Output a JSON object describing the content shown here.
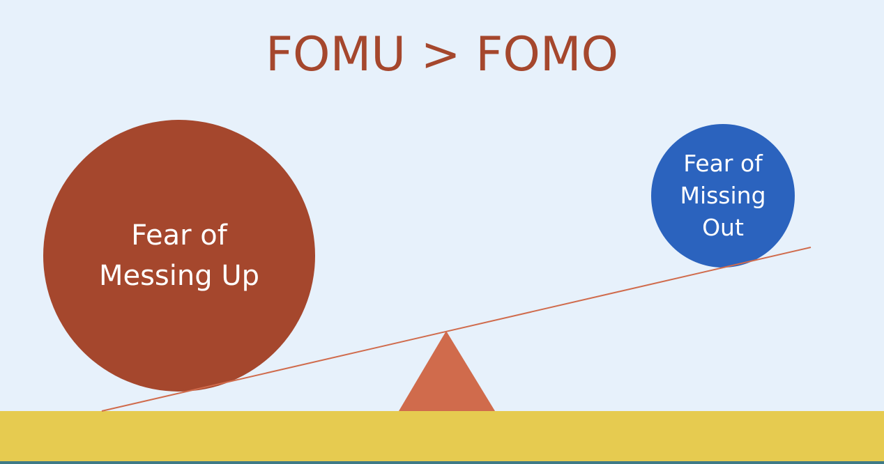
{
  "title": "FOMU > FOMO",
  "left_circle": {
    "label": "Fear of\nMessing Up"
  },
  "right_circle": {
    "label": "Fear of\nMissing\nOut"
  },
  "colors": {
    "background": "#e7f1fb",
    "title": "#a5472d",
    "left_circle": "#a5472d",
    "right_circle": "#2b63be",
    "plank": "#d06b4c",
    "fulcrum": "#d06b4c",
    "ground": "#e6cb50",
    "ground_edge": "#3f7a86"
  }
}
